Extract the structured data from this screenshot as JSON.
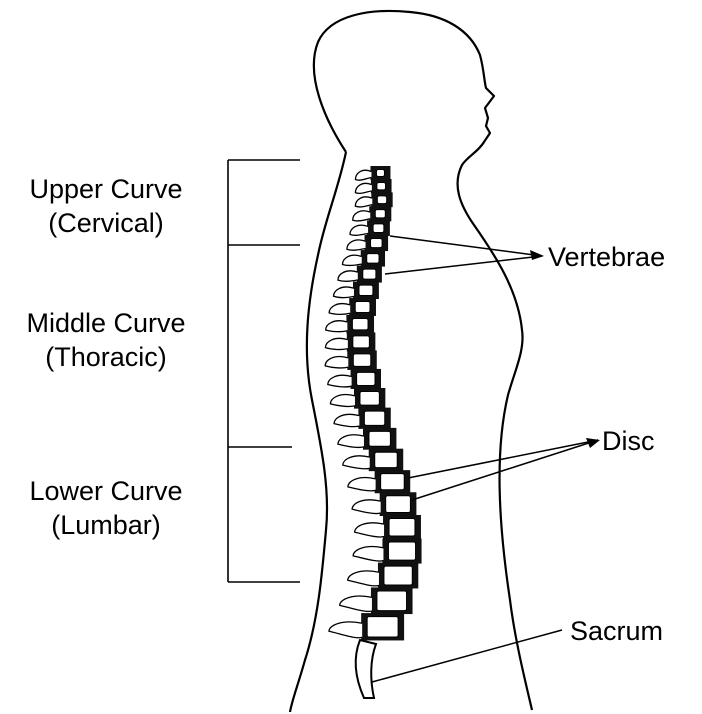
{
  "regions": [
    {
      "title": "Upper Curve",
      "subtitle": "(Cervical)"
    },
    {
      "title": "Middle Curve",
      "subtitle": "(Thoracic)"
    },
    {
      "title": "Lower Curve",
      "subtitle": "(Lumbar)"
    }
  ],
  "labels": {
    "vertebrae": "Vertebrae",
    "disc": "Disc",
    "sacrum": "Sacrum"
  },
  "colors": {
    "line": "#000000",
    "bone_fill": "#ffffff",
    "disc_fill": "#111111",
    "background": "#ffffff"
  }
}
